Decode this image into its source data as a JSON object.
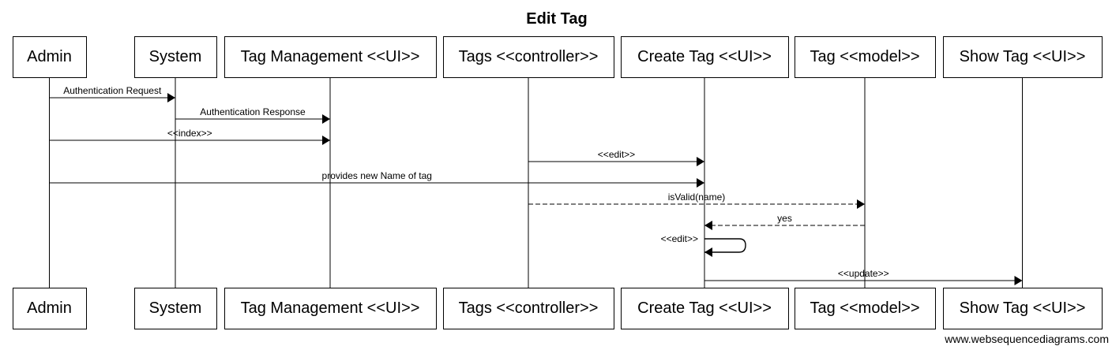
{
  "title": "Edit Tag",
  "participants": [
    {
      "id": "admin",
      "label": "Admin"
    },
    {
      "id": "system",
      "label": "System"
    },
    {
      "id": "tag_mgmt",
      "label": "Tag Management <<UI>>"
    },
    {
      "id": "tags_ctrl",
      "label": "Tags <<controller>>"
    },
    {
      "id": "create_tag",
      "label": "Create Tag <<UI>>"
    },
    {
      "id": "tag_model",
      "label": "Tag <<model>>"
    },
    {
      "id": "show_tag",
      "label": "Show Tag <<UI>>"
    }
  ],
  "messages": [
    {
      "from": "admin",
      "to": "system",
      "label": "Authentication Request",
      "style": "solid"
    },
    {
      "from": "system",
      "to": "tag_mgmt",
      "label": "Authentication Response",
      "style": "solid"
    },
    {
      "from": "admin",
      "to": "tag_mgmt",
      "label": "<<index>>",
      "style": "solid"
    },
    {
      "from": "tags_ctrl",
      "to": "create_tag",
      "label": "<<edit>>",
      "style": "solid"
    },
    {
      "from": "admin",
      "to": "create_tag",
      "label": "provides new Name of tag",
      "style": "solid"
    },
    {
      "from": "tags_ctrl",
      "to": "tag_model",
      "label": "isValid(name)",
      "style": "dashed"
    },
    {
      "from": "tag_model",
      "to": "create_tag",
      "label": "yes",
      "style": "dashed"
    },
    {
      "from": "create_tag",
      "to": "create_tag",
      "label": "<<edit>>",
      "style": "solid"
    },
    {
      "from": "create_tag",
      "to": "show_tag",
      "label": "<<update>>",
      "style": "solid"
    }
  ],
  "footer": "www.websequencediagrams.com"
}
